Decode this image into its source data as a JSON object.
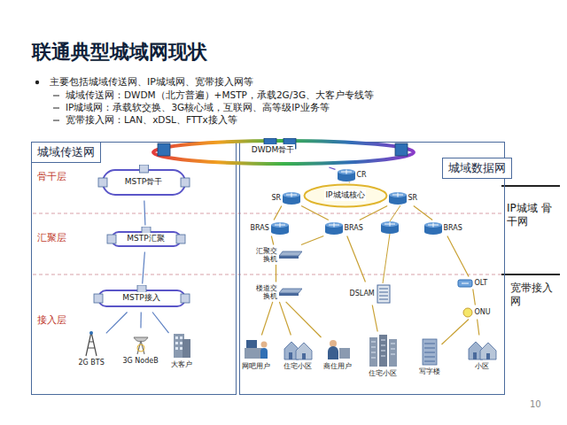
{
  "diagram": {
    "title": "联通典型城域网现状",
    "nodes": [
      {
        "text": [
          "城域传送网"
        ]
      },
      {
        "text": [
          "城域数据网"
        ]
      },
      {
        "text": [
          "DWDM骨干"
        ]
      },
      {
        "text": [
          "MSTP骨干"
        ],
        "in": 0
      },
      {
        "text": [
          "MSTP汇聚"
        ],
        "in": 0
      },
      {
        "text": [
          "MSTP接入"
        ],
        "in": 0
      },
      {
        "text": [
          "2G BTS"
        ],
        "in": 0
      },
      {
        "text": [
          "3G NodeB"
        ],
        "in": 0
      },
      {
        "text": [
          "大客户"
        ],
        "in": 0
      },
      {
        "text": [
          "CR"
        ],
        "in": 1
      },
      {
        "text": [
          "IP城域核心"
        ],
        "in": 1
      },
      {
        "text": [
          "SR"
        ],
        "in": 1
      },
      {
        "text": [
          "SR"
        ],
        "in": 1
      },
      {
        "text": [
          "BRAS"
        ],
        "in": 1
      },
      {
        "text": [
          "BRAS"
        ],
        "in": 1
      },
      {
        "text": [
          "BRAS"
        ],
        "in": 1
      },
      {
        "text": [
          "汇聚交换机"
        ],
        "in": 1
      },
      {
        "text": [
          "楼道交换机"
        ],
        "in": 1
      },
      {
        "text": [
          "DSLAM"
        ],
        "in": 1
      },
      {
        "text": [
          "OLT"
        ],
        "in": 1
      },
      {
        "text": [
          "ONU"
        ],
        "in": 1
      },
      {
        "text": [
          "网吧用户"
        ],
        "in": 1
      },
      {
        "text": [
          "住宅小区"
        ],
        "in": 1
      },
      {
        "text": [
          "商住用户"
        ],
        "in": 1
      },
      {
        "text": [
          "住宅小区"
        ],
        "in": 1
      },
      {
        "text": [
          "写字楼"
        ],
        "in": 1
      },
      {
        "text": [
          "小区"
        ],
        "in": 1
      }
    ],
    "edges": [
      {
        "from": 3,
        "to": 4,
        "arrow": "none"
      },
      {
        "from": 4,
        "to": 5,
        "arrow": "none"
      },
      {
        "from": 5,
        "to": 6,
        "arrow": "none"
      },
      {
        "from": 5,
        "to": 7,
        "arrow": "none"
      },
      {
        "from": 5,
        "to": 8,
        "arrow": "none"
      },
      {
        "from": 2,
        "to": 9,
        "arrow": "none"
      },
      {
        "from": 9,
        "to": 10,
        "arrow": "none"
      },
      {
        "from": 11,
        "to": 13,
        "arrow": "none"
      },
      {
        "from": 11,
        "to": 14,
        "arrow": "none"
      },
      {
        "from": 12,
        "to": 14,
        "arrow": "none"
      },
      {
        "from": 12,
        "to": 15,
        "arrow": "none"
      },
      {
        "from": 13,
        "to": 16,
        "arrow": "none"
      },
      {
        "from": 14,
        "to": 16,
        "arrow": "none"
      },
      {
        "from": 14,
        "to": 18,
        "arrow": "none"
      },
      {
        "from": 15,
        "to": 19,
        "arrow": "none"
      },
      {
        "from": 16,
        "to": 17,
        "arrow": "none"
      },
      {
        "from": 17,
        "to": 21,
        "arrow": "none"
      },
      {
        "from": 17,
        "to": 22,
        "arrow": "none"
      },
      {
        "from": 17,
        "to": 23,
        "arrow": "none"
      },
      {
        "from": 18,
        "to": 24,
        "arrow": "none"
      },
      {
        "from": 19,
        "to": 20,
        "arrow": "none"
      },
      {
        "from": 20,
        "to": 25,
        "arrow": "none"
      },
      {
        "from": 20,
        "to": 26,
        "arrow": "none"
      }
    ],
    "labels": [
      "主要包括城域传送网、IP城域网、宽带接入网等",
      "城域传送网：DWDM（北方普遍）+MSTP，承载2G/3G、大客户专线等",
      "IP城域网：承载软交换、3G核心域，互联网、高等级IP业务等",
      "宽带接入网：LAN、xDSL、FTTx接入等",
      "骨干层",
      "汇聚层",
      "接入层",
      "IP城域 骨干网",
      "宽带接入网",
      "10"
    ]
  }
}
